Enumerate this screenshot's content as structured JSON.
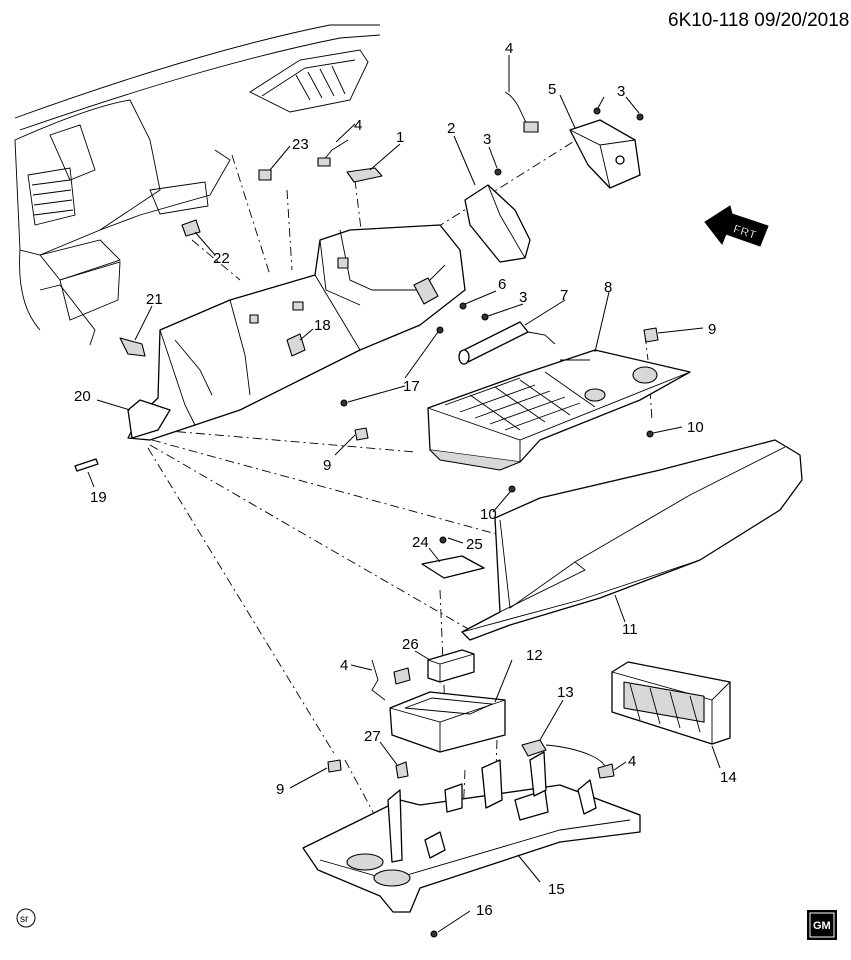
{
  "header": {
    "diagram_code": "6K10-118 09/20/2018"
  },
  "orientation": {
    "frt_label": "FRT"
  },
  "footer": {
    "sr_mark": "sr",
    "gm_logo": "GM"
  },
  "callouts": [
    "1",
    "2",
    "3",
    "3",
    "3",
    "4",
    "4",
    "4",
    "4",
    "5",
    "7",
    "6",
    "8",
    "9",
    "9",
    "9",
    "10",
    "10",
    "11",
    "12",
    "13",
    "14",
    "15",
    "16",
    "17",
    "18",
    "19",
    "20",
    "21",
    "22",
    "23",
    "24",
    "25",
    "26",
    "27"
  ]
}
